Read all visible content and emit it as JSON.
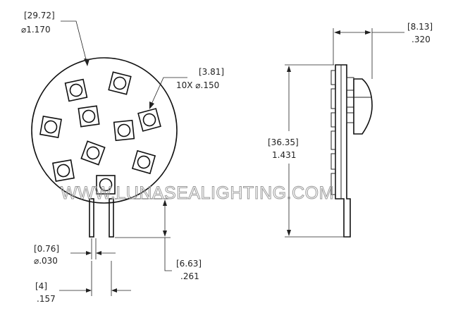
{
  "watermark": "WWW.LUNASEALIGHTING.COM",
  "dimensions": {
    "diameter": {
      "metric": "[29.72]",
      "imperial": "⌀1.170"
    },
    "led": {
      "metric": "[3.81]",
      "imperial": "10X ⌀.150"
    },
    "pin_dia": {
      "metric": "[0.76]",
      "imperial": "⌀.030"
    },
    "pin_spacing": {
      "metric": "[4]",
      "imperial": ".157"
    },
    "pin_length": {
      "metric": "[6.63]",
      "imperial": ".261"
    },
    "height": {
      "metric": "[36.35]",
      "imperial": "1.431"
    },
    "depth": {
      "metric": "[8.13]",
      "imperial": ".320"
    }
  }
}
